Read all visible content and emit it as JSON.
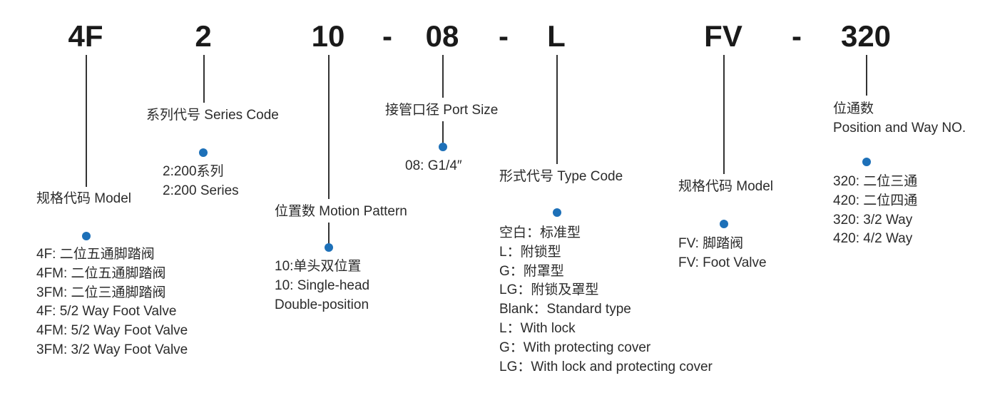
{
  "codes": {
    "c1": "4F",
    "c2": "2",
    "c3": "10",
    "d1": "-",
    "c4": "08",
    "d2": "-",
    "c5": "L",
    "c6": "FV",
    "d3": "-",
    "c7": "320"
  },
  "series": {
    "title": "系列代号  Series  Code",
    "items": [
      "2:200系列",
      "2:200 Series"
    ]
  },
  "model": {
    "title": "规格代码 Model",
    "items": [
      "4F: 二位五通脚踏阀",
      "4FM: 二位五通脚踏阀",
      "3FM: 二位三通脚踏阀",
      "4F: 5/2 Way Foot Valve",
      "4FM: 5/2 Way Foot Valve",
      "3FM: 3/2 Way Foot Valve"
    ]
  },
  "motion": {
    "title": "位置数 Motion  Pattern",
    "items": [
      "10:单头双位置",
      "10: Single-head",
      "Double-position"
    ]
  },
  "port": {
    "title": "接管口径 Port Size",
    "items": [
      "08: G1/4″"
    ]
  },
  "type": {
    "title": "形式代号 Type Code",
    "items": [
      "空白：标准型",
      "L：附锁型",
      "G：附罩型",
      "LG：附锁及罩型",
      "Blank：Standard type",
      "L：With lock",
      "G：With protecting cover",
      "LG：With lock and protecting cover"
    ]
  },
  "fv_model": {
    "title": "规格代码 Model",
    "items": [
      "FV: 脚踏阀",
      "FV: Foot Valve"
    ]
  },
  "position": {
    "title_line1": "位通数",
    "title_line2": "Position and Way NO.",
    "items": [
      "320: 二位三通",
      "420: 二位四通",
      "320: 3/2 Way",
      "420: 4/2 Way"
    ]
  },
  "colors": {
    "dot": "#1d70b8",
    "line": "#333333",
    "code": "#1a1a1a"
  }
}
